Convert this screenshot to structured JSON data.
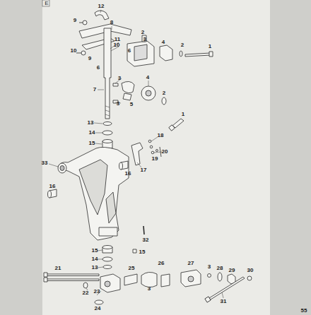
{
  "diagram": {
    "labels": [
      "E",
      "12",
      "9",
      "8",
      "2",
      "3",
      "11",
      "10",
      "4",
      "2",
      "1",
      "6",
      "10",
      "9",
      "6",
      "3",
      "4",
      "7",
      "2",
      "5",
      "3",
      "1",
      "13",
      "14",
      "15",
      "18",
      "20",
      "19",
      "33",
      "17",
      "16",
      "16",
      "32",
      "15",
      "15",
      "14",
      "26",
      "27",
      "13",
      "21",
      "25",
      "3",
      "28",
      "29",
      "30",
      "3",
      "22",
      "23",
      "24",
      "31",
      "55"
    ]
  }
}
